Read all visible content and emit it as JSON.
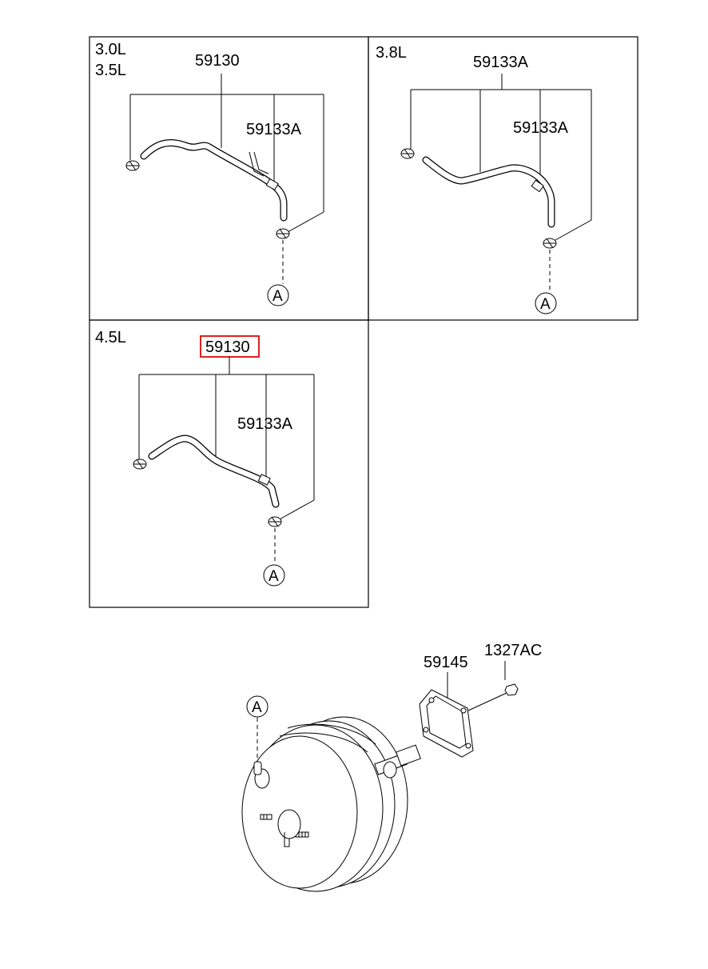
{
  "panels": {
    "top_left": {
      "engine_lines": [
        "3.0L",
        "3.5L"
      ],
      "hose_part": "59130",
      "sub_part": "59133A",
      "connector": "A"
    },
    "top_right": {
      "engine_lines": [
        "3.8L"
      ],
      "hose_part": "59133A",
      "sub_part": "59133A",
      "connector": "A"
    },
    "bottom_left": {
      "engine_lines": [
        "4.5L"
      ],
      "hose_part": "59130",
      "sub_part": "59133A",
      "connector": "A",
      "highlighted": true
    }
  },
  "booster": {
    "connector": "A",
    "gasket_part": "59145",
    "nut_part": "1327AC"
  },
  "colors": {
    "highlight": "#e02020",
    "line": "#000000"
  }
}
